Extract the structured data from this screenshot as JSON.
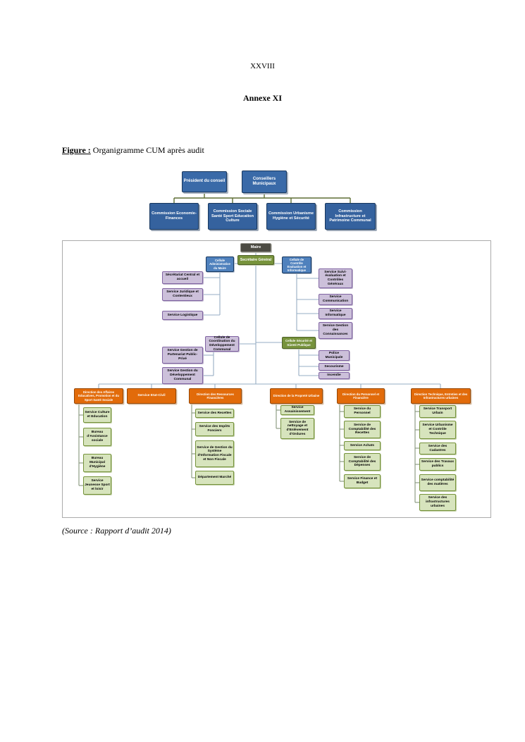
{
  "page": {
    "page_number": "XXVIII",
    "annex_title": "Annexe XI",
    "figure_label": "Figure :",
    "figure_text": " Organigramme CUM après audit",
    "source_note": "(Source : Rapport d’audit 2014)"
  },
  "council": {
    "president": "Président du conseil",
    "councillors": "Conseillers Municipaux",
    "commissions": [
      "Commission Economie-Finances",
      "Commission Sociale Santé Sport Education Culture",
      "Commission Urbanisme Hygiène et Sécurité",
      "Commission Infrastructure et Patrimoine Communal"
    ]
  },
  "chart": {
    "maire": "Maire",
    "secretaire": "Secrétaire Général",
    "cellule_administrative": "Cellule Administrative du Maire",
    "administrative_services": [
      "Sécrétariat Central et accueil",
      "Service Juridique et Contentieux",
      "Service Logistique"
    ],
    "cellule_controle": "Cellule de Contrôle Evaluation et Informatique",
    "controle_services": [
      "Service Suivi-évaluation et Contrôles Généraux",
      "Service Communication",
      "Service Informatique",
      "Service Gestion des Connaissances"
    ],
    "cellule_coordination": "Cellule de Coordination du Développement Communal",
    "coordination_services": [
      "Service Gestion de Partenariat Public-Privé",
      "Service Gestion du Développement Communal"
    ],
    "cellule_securite": "Cellule Sécurité et Sûreté Publique",
    "securite_services": [
      "Police Municipale",
      "Secourisme",
      "Incendie"
    ],
    "directions": [
      {
        "title": "Direction des Affaires Educatives, Promotion et du Sport Santé Sociale",
        "services": [
          "Service Culture et Education",
          "Bureau d'Assistance sociale",
          "Bureau Municipal d'Hygiène",
          "Service Jeunesse Sport et loisir"
        ]
      },
      {
        "title": "Service Etat-Civil",
        "services": []
      },
      {
        "title": "Direction des Ressources Financières",
        "services": [
          "Service des Recettes",
          "Service des Impôts Fonciers",
          "Service de Gestion du Système d'Information Fiscale et Non Fiscale",
          "Département Marché"
        ]
      },
      {
        "title": "Direction de la Propreté Urbaine",
        "services": [
          "Service Assainissement",
          "Service de nettoyage et d'Enlèvement d'Ordures"
        ]
      },
      {
        "title": "Direction du Personnel et Financière",
        "services": [
          "Service du Personnel",
          "Service de Comptabilité des Recettes",
          "Service Achats",
          "Service de Comptabilité des Dépenses",
          "Service Finance et Budget"
        ]
      },
      {
        "title": "Direction Technique, Entretien et des Infrastructures urbaines",
        "services": [
          "Service Transport Urbain",
          "Service Urbanisme et Contrôle Technique",
          "Service des Cadastres",
          "Service des Travaux publics",
          "Service comptabilité des matières",
          "Service des infrastructures urbaines"
        ]
      }
    ]
  },
  "colors": {
    "council_blue": "#35629e",
    "cell_blue": "#4f81bd",
    "lavender": "#ccc0da",
    "olive": "#77933c",
    "orange": "#e26b0a",
    "light_green": "#d7e4bd",
    "dark_header": "#4c4b43"
  }
}
